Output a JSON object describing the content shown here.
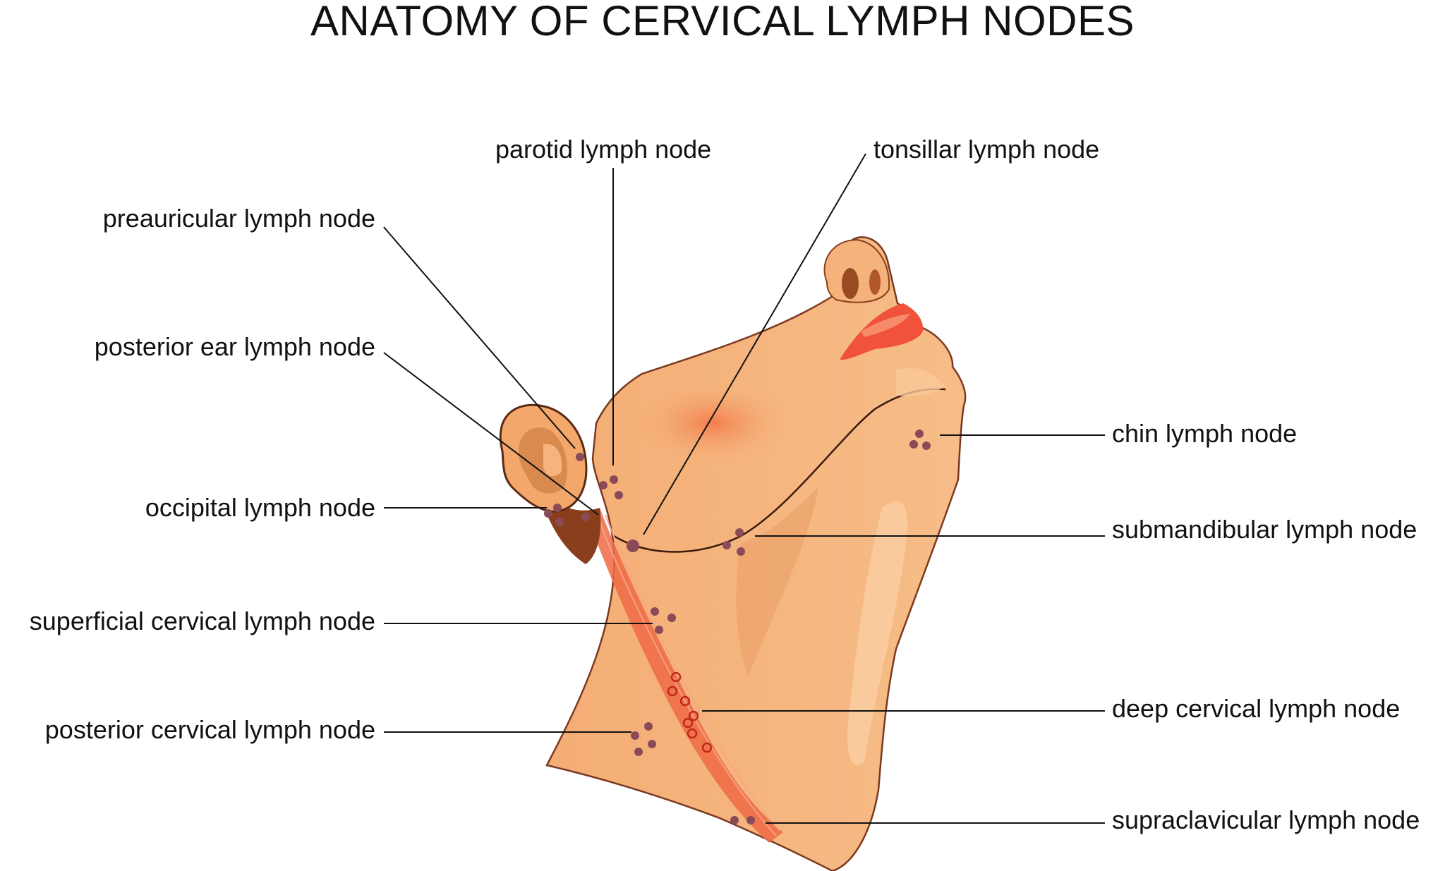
{
  "title": "ANATOMY OF CERVICAL LYMPH NODES",
  "labels": {
    "parotid": "parotid lymph node",
    "tonsillar": "tonsillar lymph node",
    "preauricular": "preauricular lymph node",
    "posterior_ear": "posterior ear lymph node",
    "occipital": "occipital lymph node",
    "superficial_cervical": "superficial cervical lymph node",
    "posterior_cervical": "posterior cervical lymph node",
    "chin": "chin lymph node",
    "submandibular": "submandibular lymph node",
    "deep_cervical": "deep cervical lymph node",
    "supraclavicular": "supraclavicular lymph node"
  },
  "colors": {
    "skin": "#f5b27a",
    "skin_light": "#f9c898",
    "skin_shadow": "#e79a62",
    "muscle": "#ef5b3c",
    "node": "#8a4a5a",
    "line": "#111111",
    "lips": "#f0533a"
  }
}
